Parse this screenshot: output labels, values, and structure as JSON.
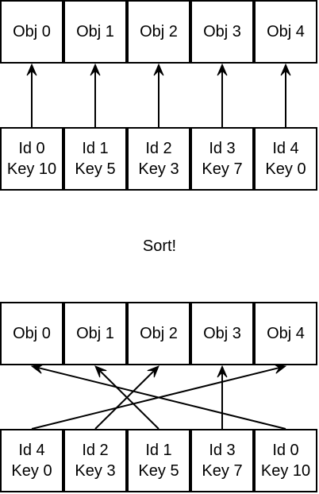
{
  "top_section": {
    "objects": [
      "Obj 0",
      "Obj 1",
      "Obj 2",
      "Obj 3",
      "Obj 4"
    ],
    "keys": [
      {
        "id": "Id 0",
        "key": "Key 10"
      },
      {
        "id": "Id 1",
        "key": "Key 5"
      },
      {
        "id": "Id 2",
        "key": "Key 3"
      },
      {
        "id": "Id 3",
        "key": "Key 7"
      },
      {
        "id": "Id 4",
        "key": "Key 0"
      }
    ],
    "links": [
      0,
      1,
      2,
      3,
      4
    ]
  },
  "middle_label": "Sort!",
  "bottom_section": {
    "objects": [
      "Obj 0",
      "Obj 1",
      "Obj 2",
      "Obj 3",
      "Obj 4"
    ],
    "keys": [
      {
        "id": "Id 4",
        "key": "Key 0"
      },
      {
        "id": "Id 2",
        "key": "Key 3"
      },
      {
        "id": "Id 1",
        "key": "Key 5"
      },
      {
        "id": "Id 3",
        "key": "Key 7"
      },
      {
        "id": "Id 0",
        "key": "Key 10"
      }
    ],
    "links": [
      4,
      2,
      1,
      3,
      0
    ]
  }
}
